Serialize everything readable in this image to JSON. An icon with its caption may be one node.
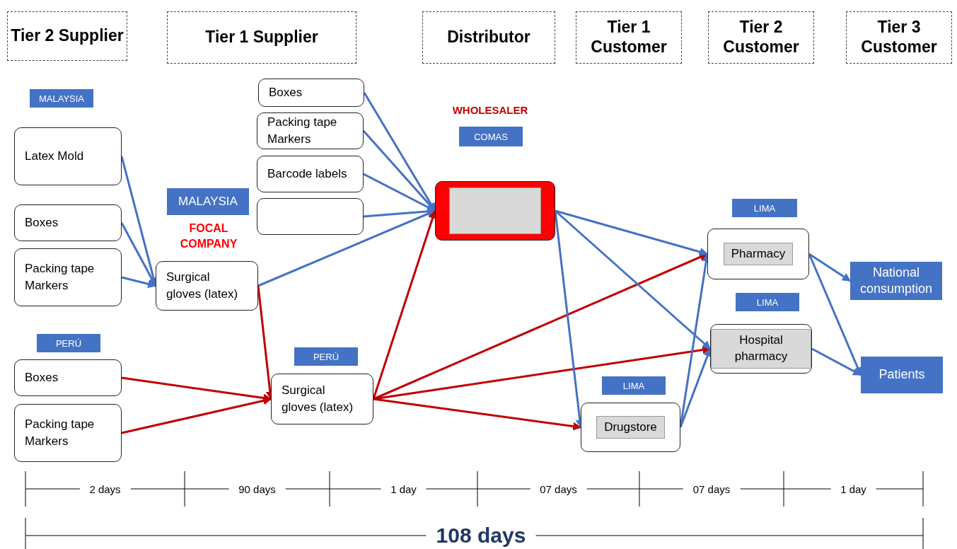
{
  "diagram": {
    "nodes": [
      {
        "text": [
          "Tier 2 Supplier"
        ]
      },
      {
        "text": [
          "Tier 1 Supplier"
        ]
      },
      {
        "text": [
          "Distributor"
        ]
      },
      {
        "text": [
          "Tier 1 Customer"
        ]
      },
      {
        "text": [
          "Tier 2 Customer"
        ]
      },
      {
        "text": [
          "Tier 3 Customer"
        ]
      },
      {
        "text": [
          "MALAYSIA"
        ]
      },
      {
        "text": [
          "Latex Mold"
        ]
      },
      {
        "text": [
          "Boxes"
        ]
      },
      {
        "text": [
          "Packing tape Markers"
        ]
      },
      {
        "text": [
          "PERÚ"
        ]
      },
      {
        "text": [
          "Boxes"
        ]
      },
      {
        "text": [
          "Packing tape Markers"
        ]
      },
      {
        "text": [
          "Boxes"
        ]
      },
      {
        "text": [
          "Packing tape Markers"
        ]
      },
      {
        "text": [
          "Barcode labels"
        ]
      },
      {
        "text": [],
        "shape": "box"
      },
      {
        "text": [
          "MALAYSIA"
        ]
      },
      {
        "text": [
          "Surgical gloves (latex)"
        ]
      },
      {
        "text": [
          "PERÚ"
        ]
      },
      {
        "text": [
          "Surgical gloves (latex)"
        ]
      },
      {
        "text": [
          "COMAS"
        ]
      },
      {
        "text": [],
        "shape": "box"
      },
      {
        "text": [
          "LIMA"
        ]
      },
      {
        "text": [
          "Pharmacy"
        ]
      },
      {
        "text": [
          "LIMA"
        ]
      },
      {
        "text": [
          "Hospital pharmacy"
        ]
      },
      {
        "text": [
          "LIMA"
        ]
      },
      {
        "text": [
          "Drugstore"
        ]
      },
      {
        "text": [
          "National consumption"
        ]
      },
      {
        "text": [
          "Patients"
        ]
      }
    ],
    "edges": [
      {
        "from": 7,
        "to": 18,
        "arrow": "to"
      },
      {
        "from": 8,
        "to": 18,
        "arrow": "to"
      },
      {
        "from": 9,
        "to": 18,
        "arrow": "to"
      },
      {
        "from": 11,
        "to": 20,
        "arrow": "to",
        "color": "#c00000"
      },
      {
        "from": 12,
        "to": 20,
        "arrow": "to",
        "color": "#c00000"
      },
      {
        "from": 13,
        "to": 22,
        "arrow": "to"
      },
      {
        "from": 14,
        "to": 22,
        "arrow": "to"
      },
      {
        "from": 15,
        "to": 22,
        "arrow": "to"
      },
      {
        "from": 16,
        "to": 22,
        "arrow": "to"
      },
      {
        "from": 18,
        "to": 22,
        "arrow": "to"
      },
      {
        "from": 18,
        "to": 20,
        "arrow": "to",
        "color": "#c00000"
      },
      {
        "from": 20,
        "to": 22,
        "arrow": "to",
        "color": "#c00000"
      },
      {
        "from": 20,
        "to": 24,
        "arrow": "to",
        "color": "#c00000"
      },
      {
        "from": 20,
        "to": 26,
        "arrow": "to",
        "color": "#c00000"
      },
      {
        "from": 20,
        "to": 28,
        "arrow": "to",
        "color": "#c00000"
      },
      {
        "from": 22,
        "to": 24,
        "arrow": "to"
      },
      {
        "from": 22,
        "to": 26,
        "arrow": "to"
      },
      {
        "from": 22,
        "to": 28,
        "arrow": "to"
      },
      {
        "from": 28,
        "to": 24,
        "arrow": "to"
      },
      {
        "from": 28,
        "to": 26,
        "arrow": "to"
      },
      {
        "from": 24,
        "to": 29,
        "arrow": "to"
      },
      {
        "from": 24,
        "to": 30,
        "arrow": "to"
      },
      {
        "from": 26,
        "to": 30,
        "arrow": "to"
      }
    ],
    "labels": [
      "WHOLESALER",
      "FOCAL COMPANY",
      "2 days",
      "90 days",
      "1 day",
      "07 days",
      "07 days",
      "1 day",
      "108 days"
    ]
  }
}
